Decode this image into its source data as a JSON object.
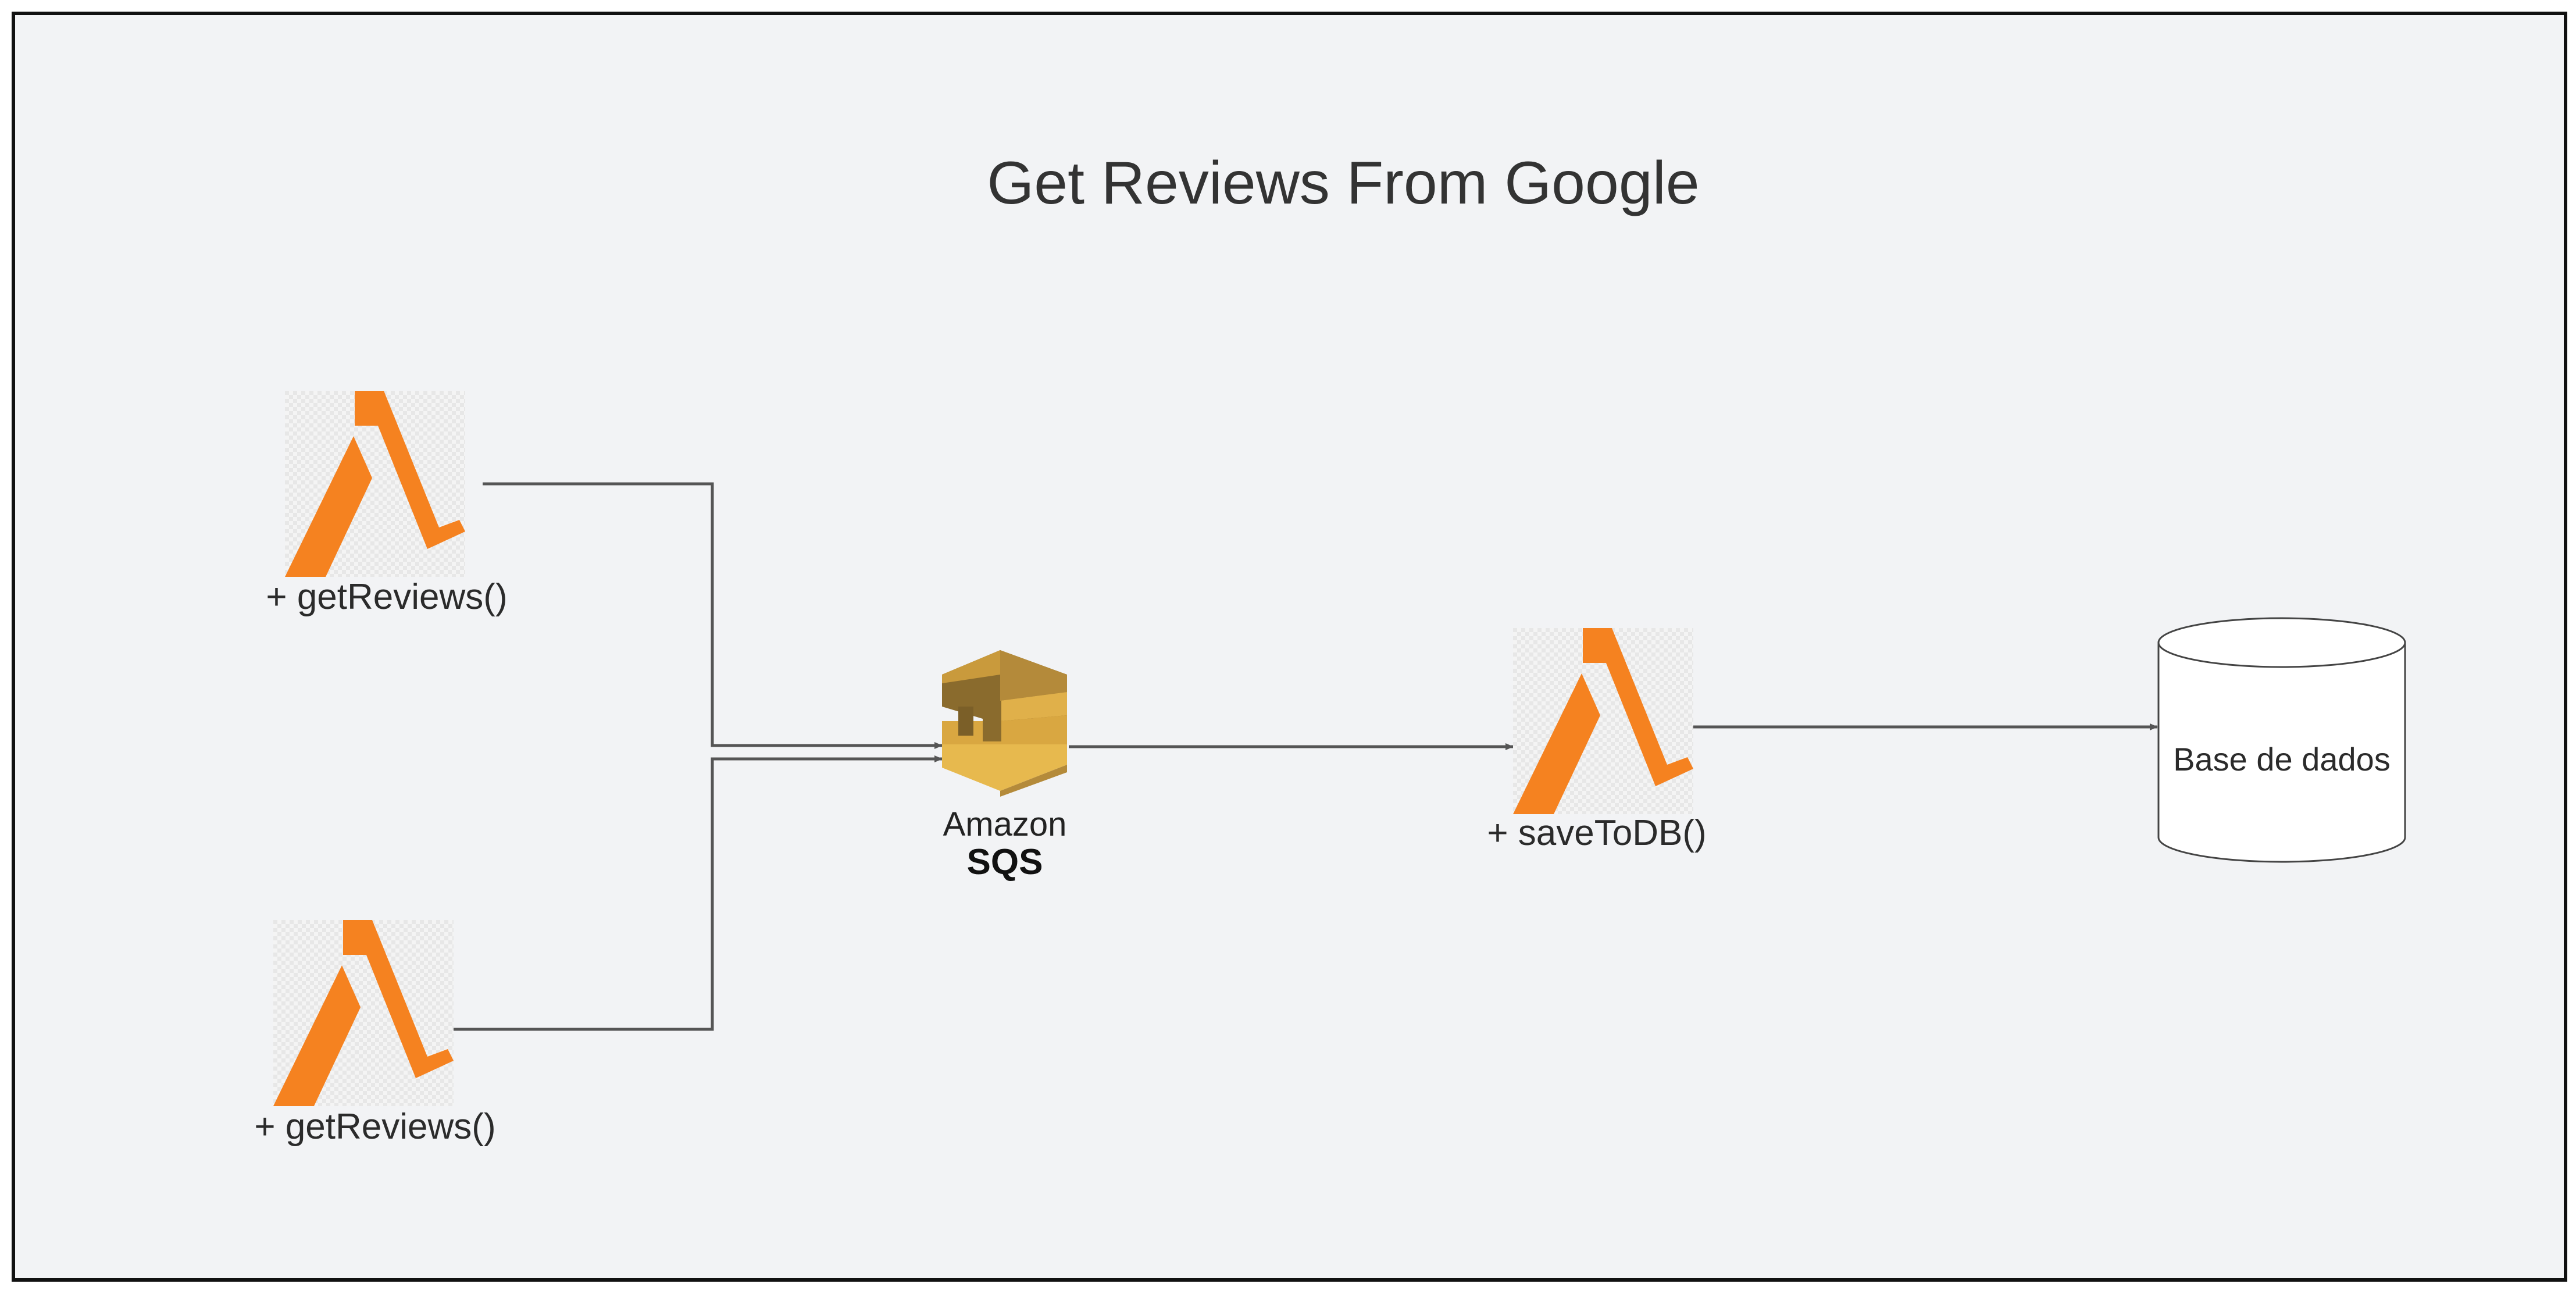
{
  "diagram": {
    "title": "Get Reviews From Google",
    "nodes": {
      "lambda_top": {
        "label": "+ getReviews()",
        "icon": "aws-lambda-icon"
      },
      "lambda_bottom": {
        "label": "+ getReviews()",
        "icon": "aws-lambda-icon"
      },
      "sqs": {
        "line1": "Amazon",
        "line2": "SQS",
        "icon": "amazon-sqs-icon"
      },
      "lambda_save": {
        "label": "+ saveToDB()",
        "icon": "aws-lambda-icon"
      },
      "database": {
        "label": "Base de dados",
        "icon": "database-cylinder-icon"
      }
    },
    "edges": [
      {
        "from": "lambda_top",
        "to": "sqs"
      },
      {
        "from": "lambda_bottom",
        "to": "sqs"
      },
      {
        "from": "sqs",
        "to": "lambda_save"
      },
      {
        "from": "lambda_save",
        "to": "database"
      }
    ]
  },
  "colors": {
    "background": "#f2f3f5",
    "border": "#111111",
    "lambda_orange": "#f58220",
    "sqs_gold": "#d9a741",
    "sqs_dark": "#8a6b2d",
    "connector": "#555555"
  }
}
